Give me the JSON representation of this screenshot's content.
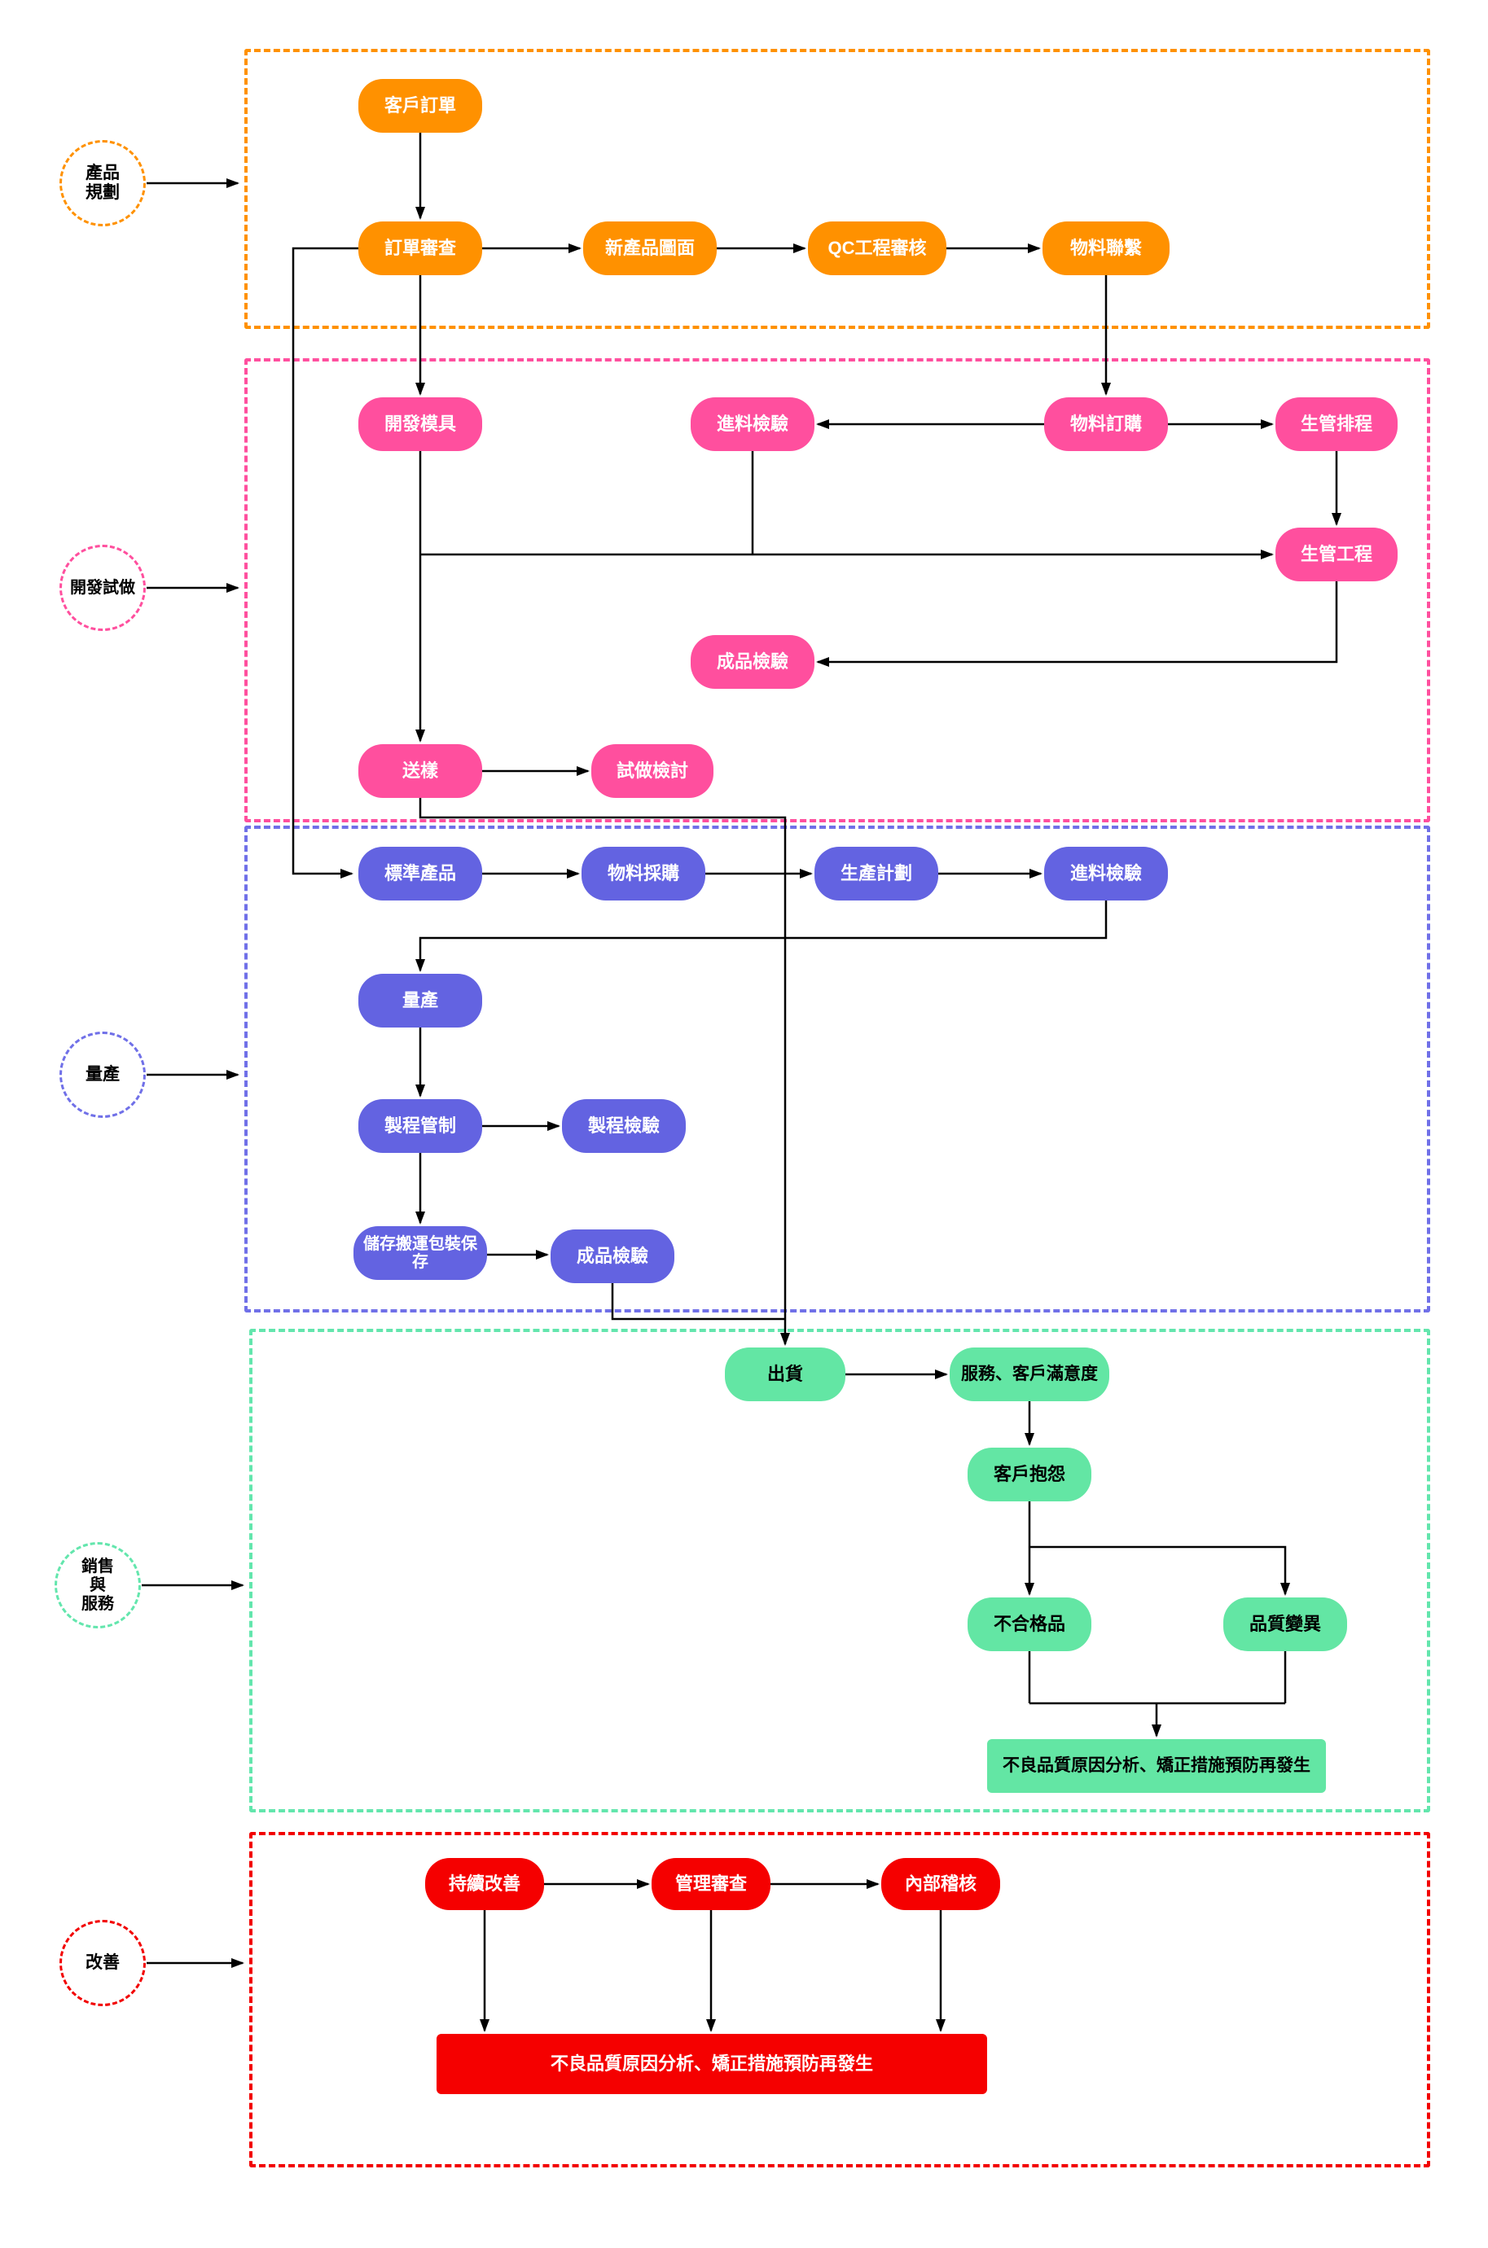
{
  "phases": [
    {
      "id": "product-planning",
      "label": "產品\n規劃",
      "color": "#ff9100"
    },
    {
      "id": "development-trial",
      "label": "開發試做",
      "color": "#ff4f9e"
    },
    {
      "id": "mass-production",
      "label": "量產",
      "color": "#6363e1"
    },
    {
      "id": "sales-service",
      "label": "銷售\n與\n服務",
      "color": "#63e6a4"
    },
    {
      "id": "improvement",
      "label": "改善",
      "color": "#f20000"
    }
  ],
  "nodes": {
    "customer_order": "客戶訂單",
    "order_review": "訂單審查",
    "new_product_drawing": "新產品圖面",
    "qc_engineering_review": "QC工程審核",
    "material_contact": "物料聯繫",
    "develop_mold": "開發模具",
    "incoming_inspection_dev": "進料檢驗",
    "material_ordering": "物料訂購",
    "production_scheduling": "生管排程",
    "production_engineering": "生管工程",
    "finished_inspection_dev": "成品檢驗",
    "sample_submission": "送樣",
    "trial_review": "試做檢討",
    "standard_product": "標準產品",
    "material_purchasing": "物料採購",
    "production_plan": "生產計劃",
    "incoming_inspection_mp": "進料檢驗",
    "mass_production": "量產",
    "process_control": "製程管制",
    "process_inspection": "製程檢驗",
    "storage_handling_packaging": "儲存搬運包裝保存",
    "finished_inspection_mp": "成品檢驗",
    "shipment": "出貨",
    "service_customer_satisfaction": "服務、客戶滿意度",
    "customer_complaint": "客戶抱怨",
    "nonconforming_product": "不合格品",
    "quality_variation": "品質變異",
    "quality_analysis_sales": "不良品質原因分析、矯正措施預防再發生",
    "continuous_improvement": "持續改善",
    "management_review": "管理審查",
    "internal_audit": "內部稽核",
    "quality_analysis_improvement": "不良品質原因分析、矯正措施預防再發生"
  },
  "colors": {
    "planning": "#ff9100",
    "dev_trial": "#ff4f9e",
    "mass_production": "#6363e1",
    "sales_service": "#63e6a4",
    "improvement": "#f20000",
    "connector": "#000000"
  }
}
